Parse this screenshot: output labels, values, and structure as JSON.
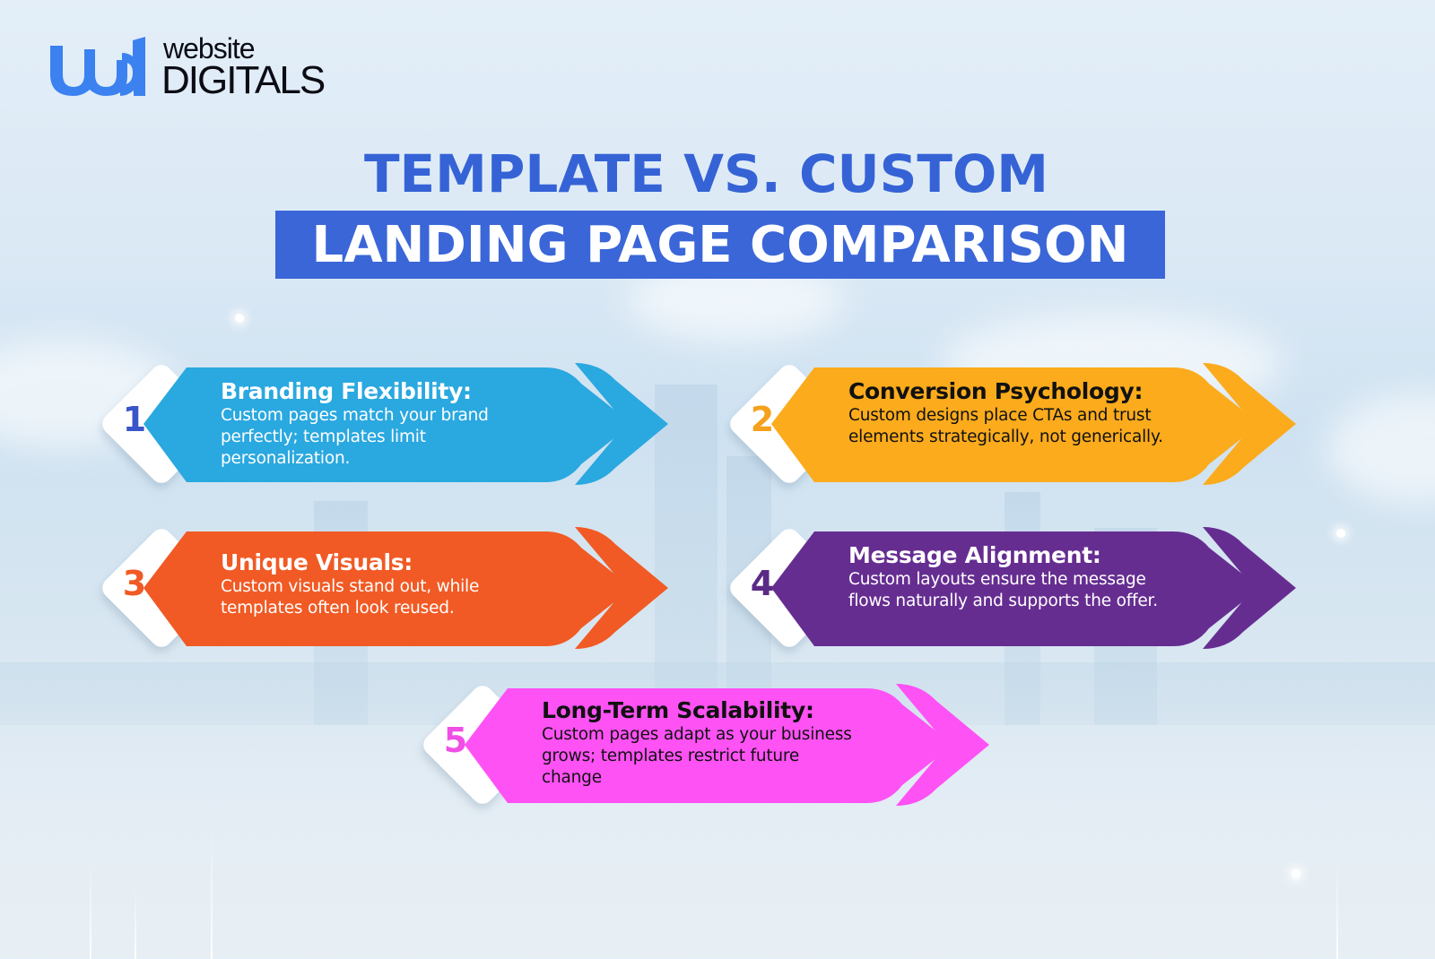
{
  "logo": {
    "mark": "wd",
    "line1": "website",
    "line2": "DIGITALS",
    "mark_color": "#3b82f0"
  },
  "title": {
    "line1": "TEMPLATE VS. CUSTOM",
    "line2": "LANDING PAGE COMPARISON",
    "color": "#3563d6",
    "band_color": "#3a66d8"
  },
  "cards": [
    {
      "number": "1",
      "heading": "Branding Flexibility:",
      "description": "Custom pages match your brand perfectly; templates limit personalization.",
      "color": "#2aa8e0",
      "text_color": "#ffffff",
      "number_color": "#3a55c9"
    },
    {
      "number": "2",
      "heading": "Conversion Psychology:",
      "description": "Custom designs place CTAs and trust elements strategically, not generically.",
      "color": "#fbab1c",
      "text_color": "#111111",
      "number_color": "#f5a11c"
    },
    {
      "number": "3",
      "heading": "Unique Visuals:",
      "description": "Custom visuals stand out, while templates often look reused.",
      "color": "#f15a24",
      "text_color": "#ffffff",
      "number_color": "#f15a24"
    },
    {
      "number": "4",
      "heading": "Message Alignment:",
      "description": "Custom layouts ensure the message flows naturally and supports the offer.",
      "color": "#662d91",
      "text_color": "#ffffff",
      "number_color": "#5b2a86"
    },
    {
      "number": "5",
      "heading": "Long-Term Scalability:",
      "description": "Custom pages adapt as your business grows; templates restrict future change",
      "color": "#ff52f5",
      "text_color": "#111111",
      "number_color": "#f04fe6"
    }
  ]
}
